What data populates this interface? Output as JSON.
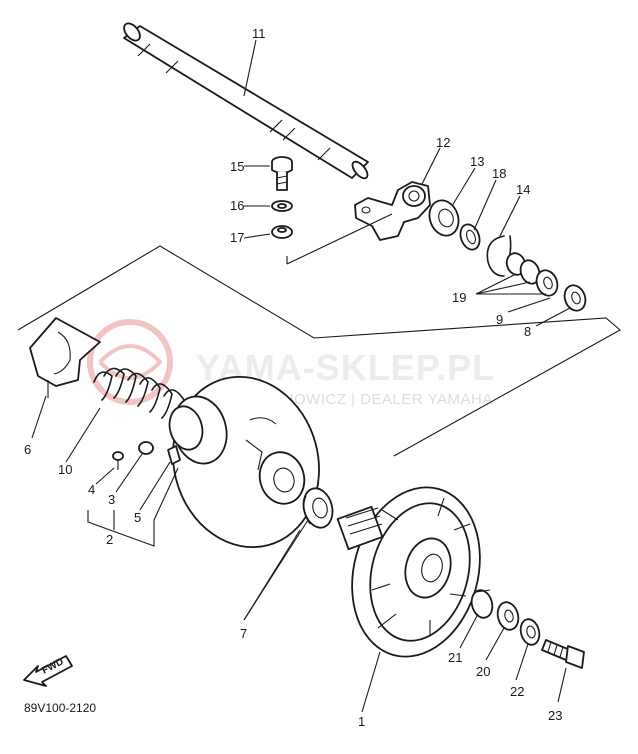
{
  "watermark": {
    "brand": "YAMA-SKLEP.PL",
    "subtitle": "WOJCIECHOWICZ | DEALER YAMAHA",
    "logo_color": "#f2b8b8"
  },
  "diagram_code": "89V100-2120",
  "fwd_label": "FWD",
  "callouts": {
    "p1": "1",
    "p2": "2",
    "p3": "3",
    "p4": "4",
    "p5": "5",
    "p6": "6",
    "p7": "7",
    "p8": "8",
    "p9": "9",
    "p10": "10",
    "p11": "11",
    "p12": "12",
    "p13": "13",
    "p14": "14",
    "p15": "15",
    "p16": "16",
    "p17": "17",
    "p18": "18",
    "p19": "19",
    "p20": "20",
    "p21": "21",
    "p22": "22",
    "p23": "23"
  }
}
